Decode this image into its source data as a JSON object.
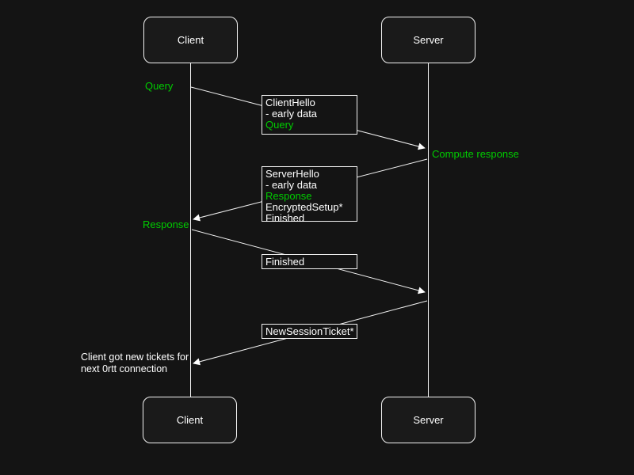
{
  "diagram": {
    "colors": {
      "background": "#141414",
      "line": "#ffffff",
      "accent_green": "#00cc00",
      "actor_fill": "#1a1a1a"
    },
    "actors": {
      "top_client": "Client",
      "top_server": "Server",
      "bottom_client": "Client",
      "bottom_server": "Server"
    },
    "annotations": {
      "query": "Query",
      "compute_response": "Compute response",
      "response": "Response",
      "note": {
        "line1": "Client got new tickets for",
        "line2": "next 0rtt connection"
      }
    },
    "messages": {
      "client_hello": {
        "lines": [
          {
            "text": "ClientHello",
            "color": "white"
          },
          {
            "text": "- early data",
            "color": "white"
          },
          {
            "text": "Query",
            "color": "green"
          }
        ]
      },
      "server_hello": {
        "lines": [
          {
            "text": "ServerHello",
            "color": "white"
          },
          {
            "text": "- early data",
            "color": "white"
          },
          {
            "text": "Response",
            "color": "green"
          },
          {
            "text": "EncryptedSetup*",
            "color": "white"
          },
          {
            "text": "Finished",
            "color": "white"
          }
        ]
      },
      "finished": {
        "lines": [
          {
            "text": "Finished",
            "color": "white"
          }
        ]
      },
      "new_session_ticket": {
        "lines": [
          {
            "text": "NewSessionTicket*",
            "color": "white"
          }
        ]
      }
    }
  }
}
